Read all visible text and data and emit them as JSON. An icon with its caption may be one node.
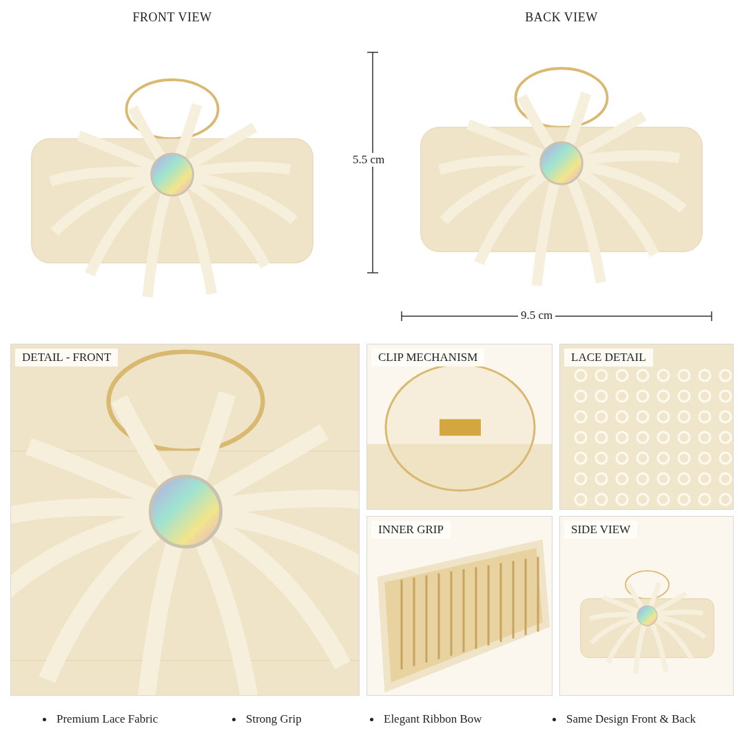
{
  "diagram": {
    "nodes": [
      {
        "text": [
          "FRONT VIEW"
        ]
      },
      {
        "text": [
          "BACK VIEW"
        ]
      },
      {
        "text": [
          "DETAIL - FRONT"
        ]
      },
      {
        "text": [
          "CLIP MECHANISM"
        ]
      },
      {
        "text": [
          "LACE DETAIL"
        ]
      },
      {
        "text": [
          "INNER GRIP"
        ]
      },
      {
        "text": [
          "SIDE VIEW"
        ]
      }
    ],
    "labels": [
      "5.5 cm",
      "9.5 cm",
      "Premium Lace Fabric",
      "Strong Grip",
      "Elegant Ribbon Bow",
      "Same Design Front & Back"
    ]
  }
}
